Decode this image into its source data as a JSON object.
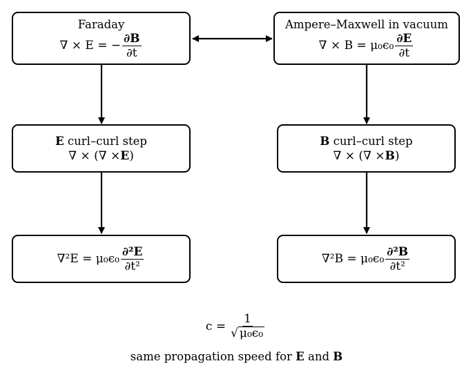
{
  "nodes": {
    "faraday": {
      "title": "Faraday",
      "lhs": "∇ × E = −",
      "num": "∂B",
      "den": "∂t"
    },
    "ampere": {
      "title": "Ampere–Maxwell in vacuum",
      "lhs": "∇ × B = μ₀ϵ₀",
      "num": "∂E",
      "den": "∂t"
    },
    "e_curl": {
      "title_sym": "E",
      "title_rest": " curl–curl step",
      "expr_a": "∇ × (∇ × ",
      "expr_sym": "E",
      "expr_b": ")"
    },
    "b_curl": {
      "title_sym": "B",
      "title_rest": " curl–curl step",
      "expr_a": "∇ × (∇ × ",
      "expr_sym": "B",
      "expr_b": ")"
    },
    "e_wave": {
      "lhs": "∇²E = μ₀ϵ₀",
      "num": "∂²E",
      "den": "∂t²"
    },
    "b_wave": {
      "lhs": "∇²B = μ₀ϵ₀",
      "num": "∂²B",
      "den": "∂t²"
    }
  },
  "footer": {
    "speed_lhs": "c =",
    "speed_num": "1",
    "speed_den": "μ₀ϵ₀",
    "caption_a": "same propagation speed for ",
    "caption_e": "E",
    "caption_mid": " and ",
    "caption_b": "B"
  }
}
